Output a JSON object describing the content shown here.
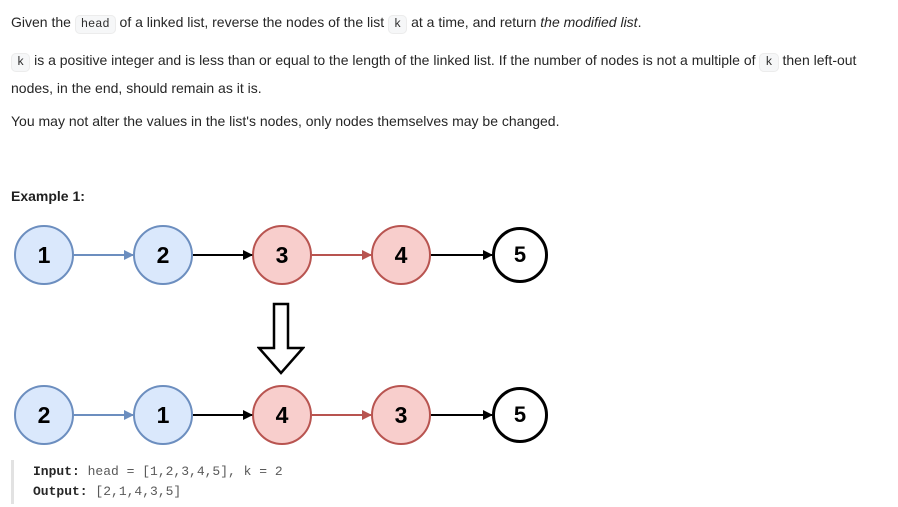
{
  "problem": {
    "paragraph1": {
      "t0": "Given the ",
      "code0": "head",
      "t1": " of a linked list, reverse the nodes of the list ",
      "code1": "k",
      "t2": " at a time, and return ",
      "em": "the modified list",
      "t3": "."
    },
    "paragraph2": {
      "code0": "k",
      "line1_text_a": " is a positive integer and is less than or equal to the length of the linked list. If the number of nodes is not a multiple of ",
      "code1": "k",
      "line1_text_b": " then left-out",
      "line2": "nodes, in the end, should remain as it is."
    },
    "paragraph3": "You may not alter the values in the list's nodes, only nodes themselves may be changed."
  },
  "example": {
    "label": "Example 1:",
    "input_label": "Input:",
    "input_value": " head = [1,2,3,4,5], k = 2",
    "output_label": "Output:",
    "output_value": " [2,1,4,3,5]"
  },
  "diagram": {
    "colors": {
      "blue_fill": "#dae8fc",
      "blue_stroke": "#6c8ebf",
      "red_fill": "#f8cecc",
      "red_stroke": "#b85450",
      "white_fill": "#ffffff",
      "black": "#000000"
    },
    "list_before": {
      "nodes": [
        {
          "label": "1",
          "color": "blue"
        },
        {
          "label": "2",
          "color": "blue"
        },
        {
          "label": "3",
          "color": "red"
        },
        {
          "label": "4",
          "color": "red"
        },
        {
          "label": "5",
          "color": "white"
        }
      ],
      "arrows": [
        "blue",
        "black",
        "red",
        "black"
      ]
    },
    "transform_icon": "hollow-down-arrow",
    "list_after": {
      "nodes": [
        {
          "label": "2",
          "color": "blue"
        },
        {
          "label": "1",
          "color": "blue"
        },
        {
          "label": "4",
          "color": "red"
        },
        {
          "label": "3",
          "color": "red"
        },
        {
          "label": "5",
          "color": "white"
        }
      ],
      "arrows": [
        "blue",
        "black",
        "red",
        "black"
      ]
    }
  }
}
